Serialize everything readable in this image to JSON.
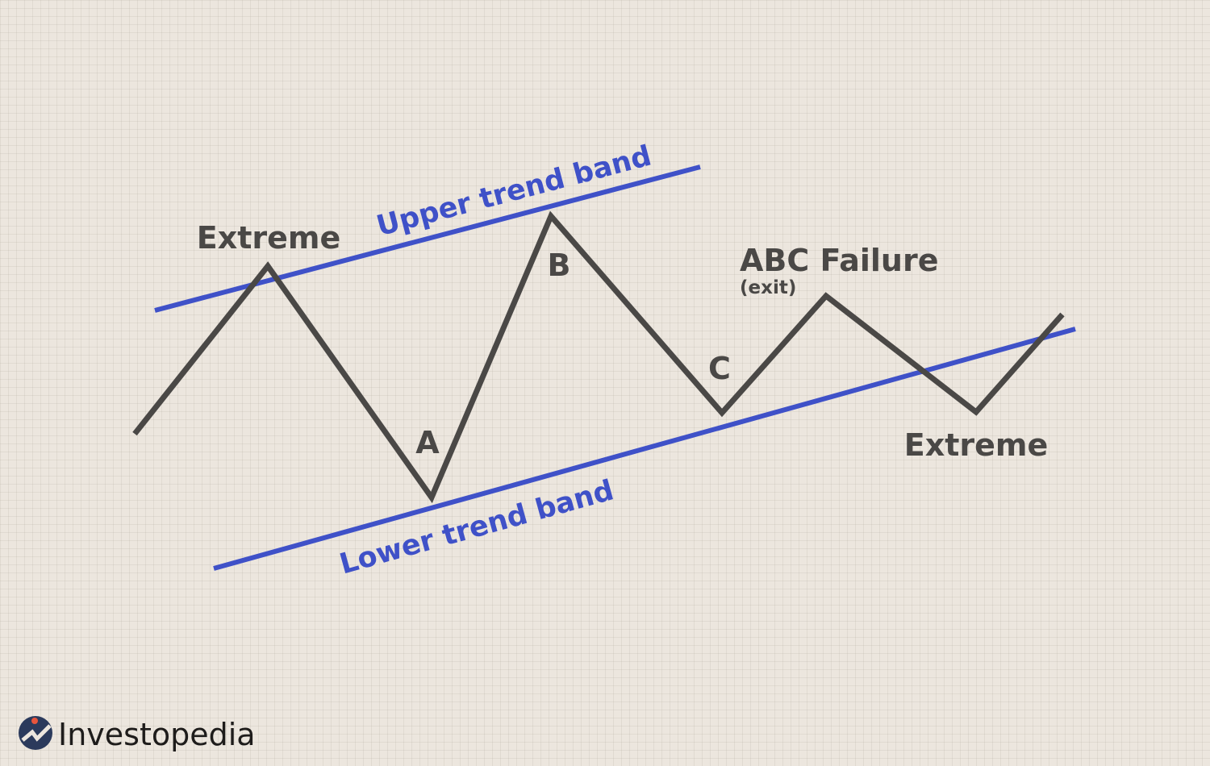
{
  "labels": {
    "extreme_left": "Extreme",
    "extreme_right": "Extreme",
    "a": "A",
    "b": "B",
    "c": "C",
    "abc_failure": "ABC Failure",
    "exit": "(exit)",
    "upper_band": "Upper trend band",
    "lower_band": "Lower trend band"
  },
  "logo": {
    "text": "Investopedia"
  },
  "colors": {
    "price_line": "#4a4846",
    "band_line": "#3f51c8",
    "background": "#ece6de",
    "logo_circle": "#2b3a5c",
    "logo_dot": "#e8553c"
  }
}
